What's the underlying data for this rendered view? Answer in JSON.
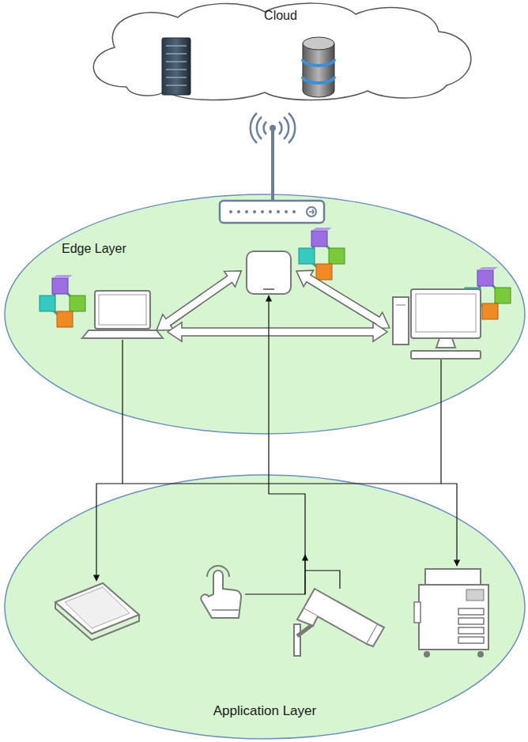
{
  "diagram": {
    "nodes": [
      {
        "text": [
          "Cloud"
        ]
      },
      {
        "text": [
          "Edge Layer"
        ]
      },
      {
        "text": [
          "Application Layer"
        ]
      }
    ]
  }
}
